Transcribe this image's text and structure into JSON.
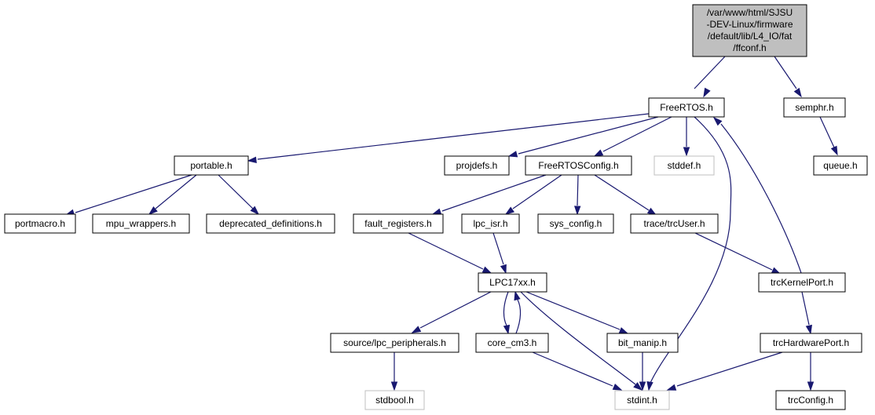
{
  "diagram": {
    "root": {
      "lines": [
        "/var/www/html/SJSU",
        "-DEV-Linux/firmware",
        "/default/lib/L4_IO/fat",
        "/ffconf.h"
      ],
      "fill": "#bfbfbf",
      "border": "#000000"
    },
    "nodes": {
      "freertos": "FreeRTOS.h",
      "semphr": "semphr.h",
      "queue": "queue.h",
      "portable": "portable.h",
      "projdefs": "projdefs.h",
      "freertosconfig": "FreeRTOSConfig.h",
      "stddef": "stddef.h",
      "portmacro": "portmacro.h",
      "mpu_wrappers": "mpu_wrappers.h",
      "deprecated": "deprecated_definitions.h",
      "fault_registers": "fault_registers.h",
      "lpc_isr": "lpc_isr.h",
      "sys_config": "sys_config.h",
      "trcuser": "trace/trcUser.h",
      "lpc17xx": "LPC17xx.h",
      "trckernelport": "trcKernelPort.h",
      "lpc_peripherals": "source/lpc_peripherals.h",
      "core_cm3": "core_cm3.h",
      "bit_manip": "bit_manip.h",
      "trchardwareport": "trcHardwarePort.h",
      "stdbool": "stdbool.h",
      "stdint": "stdint.h",
      "trcconfig": "trcConfig.h"
    },
    "colors": {
      "edge": "#191970",
      "node_border": "#000000",
      "missing_border": "#bfbfbf",
      "root_fill": "#bfbfbf"
    }
  }
}
